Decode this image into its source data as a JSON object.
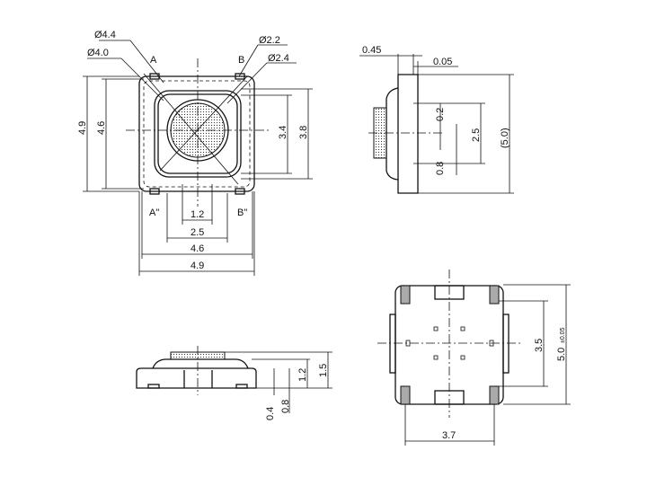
{
  "top_view": {
    "dia_4_4": "Ø4.4",
    "dia_4_0": "Ø4.0",
    "dia_2_2": "Ø2.2",
    "dia_2_4": "Ø2.4",
    "label_a": "A",
    "label_b": "B",
    "label_a2": "A\"",
    "label_b2": "B\"",
    "h_4_9": "4.9",
    "h_4_6": "4.6",
    "h_3_4": "3.4",
    "h_3_8": "3.8",
    "w_1_2": "1.2",
    "w_2_5": "2.5",
    "w_4_6": "4.6",
    "w_4_9": "4.9"
  },
  "side_view": {
    "d_0_45": "0.45",
    "d_0_05": "0.05",
    "d_0_2": "0.2",
    "d_2_5": "2.5",
    "d_5_0": "(5.0)",
    "d_0_8": "0.8"
  },
  "front_view": {
    "d_1_2": "1.2",
    "d_1_5": "1.5",
    "d_0_4": "0.4",
    "d_0_8": "0.8"
  },
  "bottom_view": {
    "d_3_5": "3.5",
    "d_5_0": "5.0",
    "d_5_0_tol": "±0.05",
    "d_3_7": "3.7"
  }
}
